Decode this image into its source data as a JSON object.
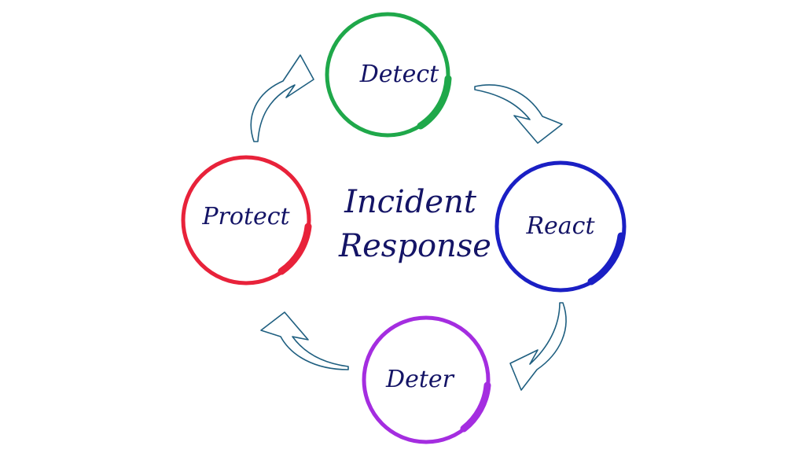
{
  "title": {
    "line1": "Incident",
    "line2": "Response"
  },
  "stages": [
    {
      "id": "detect",
      "label": "Detect",
      "color": "#1fa84a"
    },
    {
      "id": "react",
      "label": "React",
      "color": "#1a1fc4"
    },
    {
      "id": "deter",
      "label": "Deter",
      "color": "#a42de0"
    },
    {
      "id": "protect",
      "label": "Protect",
      "color": "#e8223a"
    }
  ],
  "arrow_color": "#1f5f80",
  "cycle_order": [
    "detect",
    "react",
    "deter",
    "protect"
  ]
}
